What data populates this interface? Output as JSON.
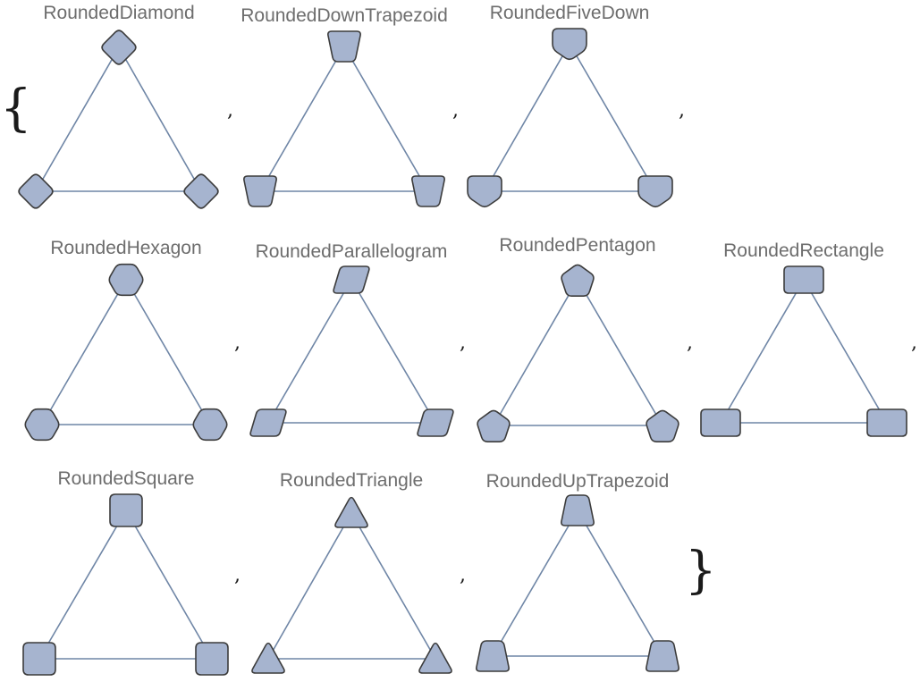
{
  "open_brace": "{",
  "close_brace": "}",
  "separator": ",",
  "colors": {
    "vertex_fill": "#a6b4cf",
    "vertex_stroke": "#3c3c3c",
    "edge": "#6f86a6",
    "label": "#6d6d6d"
  },
  "graphs": [
    {
      "label": "RoundedDiamond",
      "shape": "RoundedDiamond"
    },
    {
      "label": "RoundedDownTrapezoid",
      "shape": "RoundedDownTrapezoid"
    },
    {
      "label": "RoundedFiveDown",
      "shape": "RoundedFiveDown"
    },
    {
      "label": "RoundedHexagon",
      "shape": "RoundedHexagon"
    },
    {
      "label": "RoundedParallelogram",
      "shape": "RoundedParallelogram"
    },
    {
      "label": "RoundedPentagon",
      "shape": "RoundedPentagon"
    },
    {
      "label": "RoundedRectangle",
      "shape": "RoundedRectangle"
    },
    {
      "label": "RoundedSquare",
      "shape": "RoundedSquare"
    },
    {
      "label": "RoundedTriangle",
      "shape": "RoundedTriangle"
    },
    {
      "label": "RoundedUpTrapezoid",
      "shape": "RoundedUpTrapezoid"
    }
  ]
}
